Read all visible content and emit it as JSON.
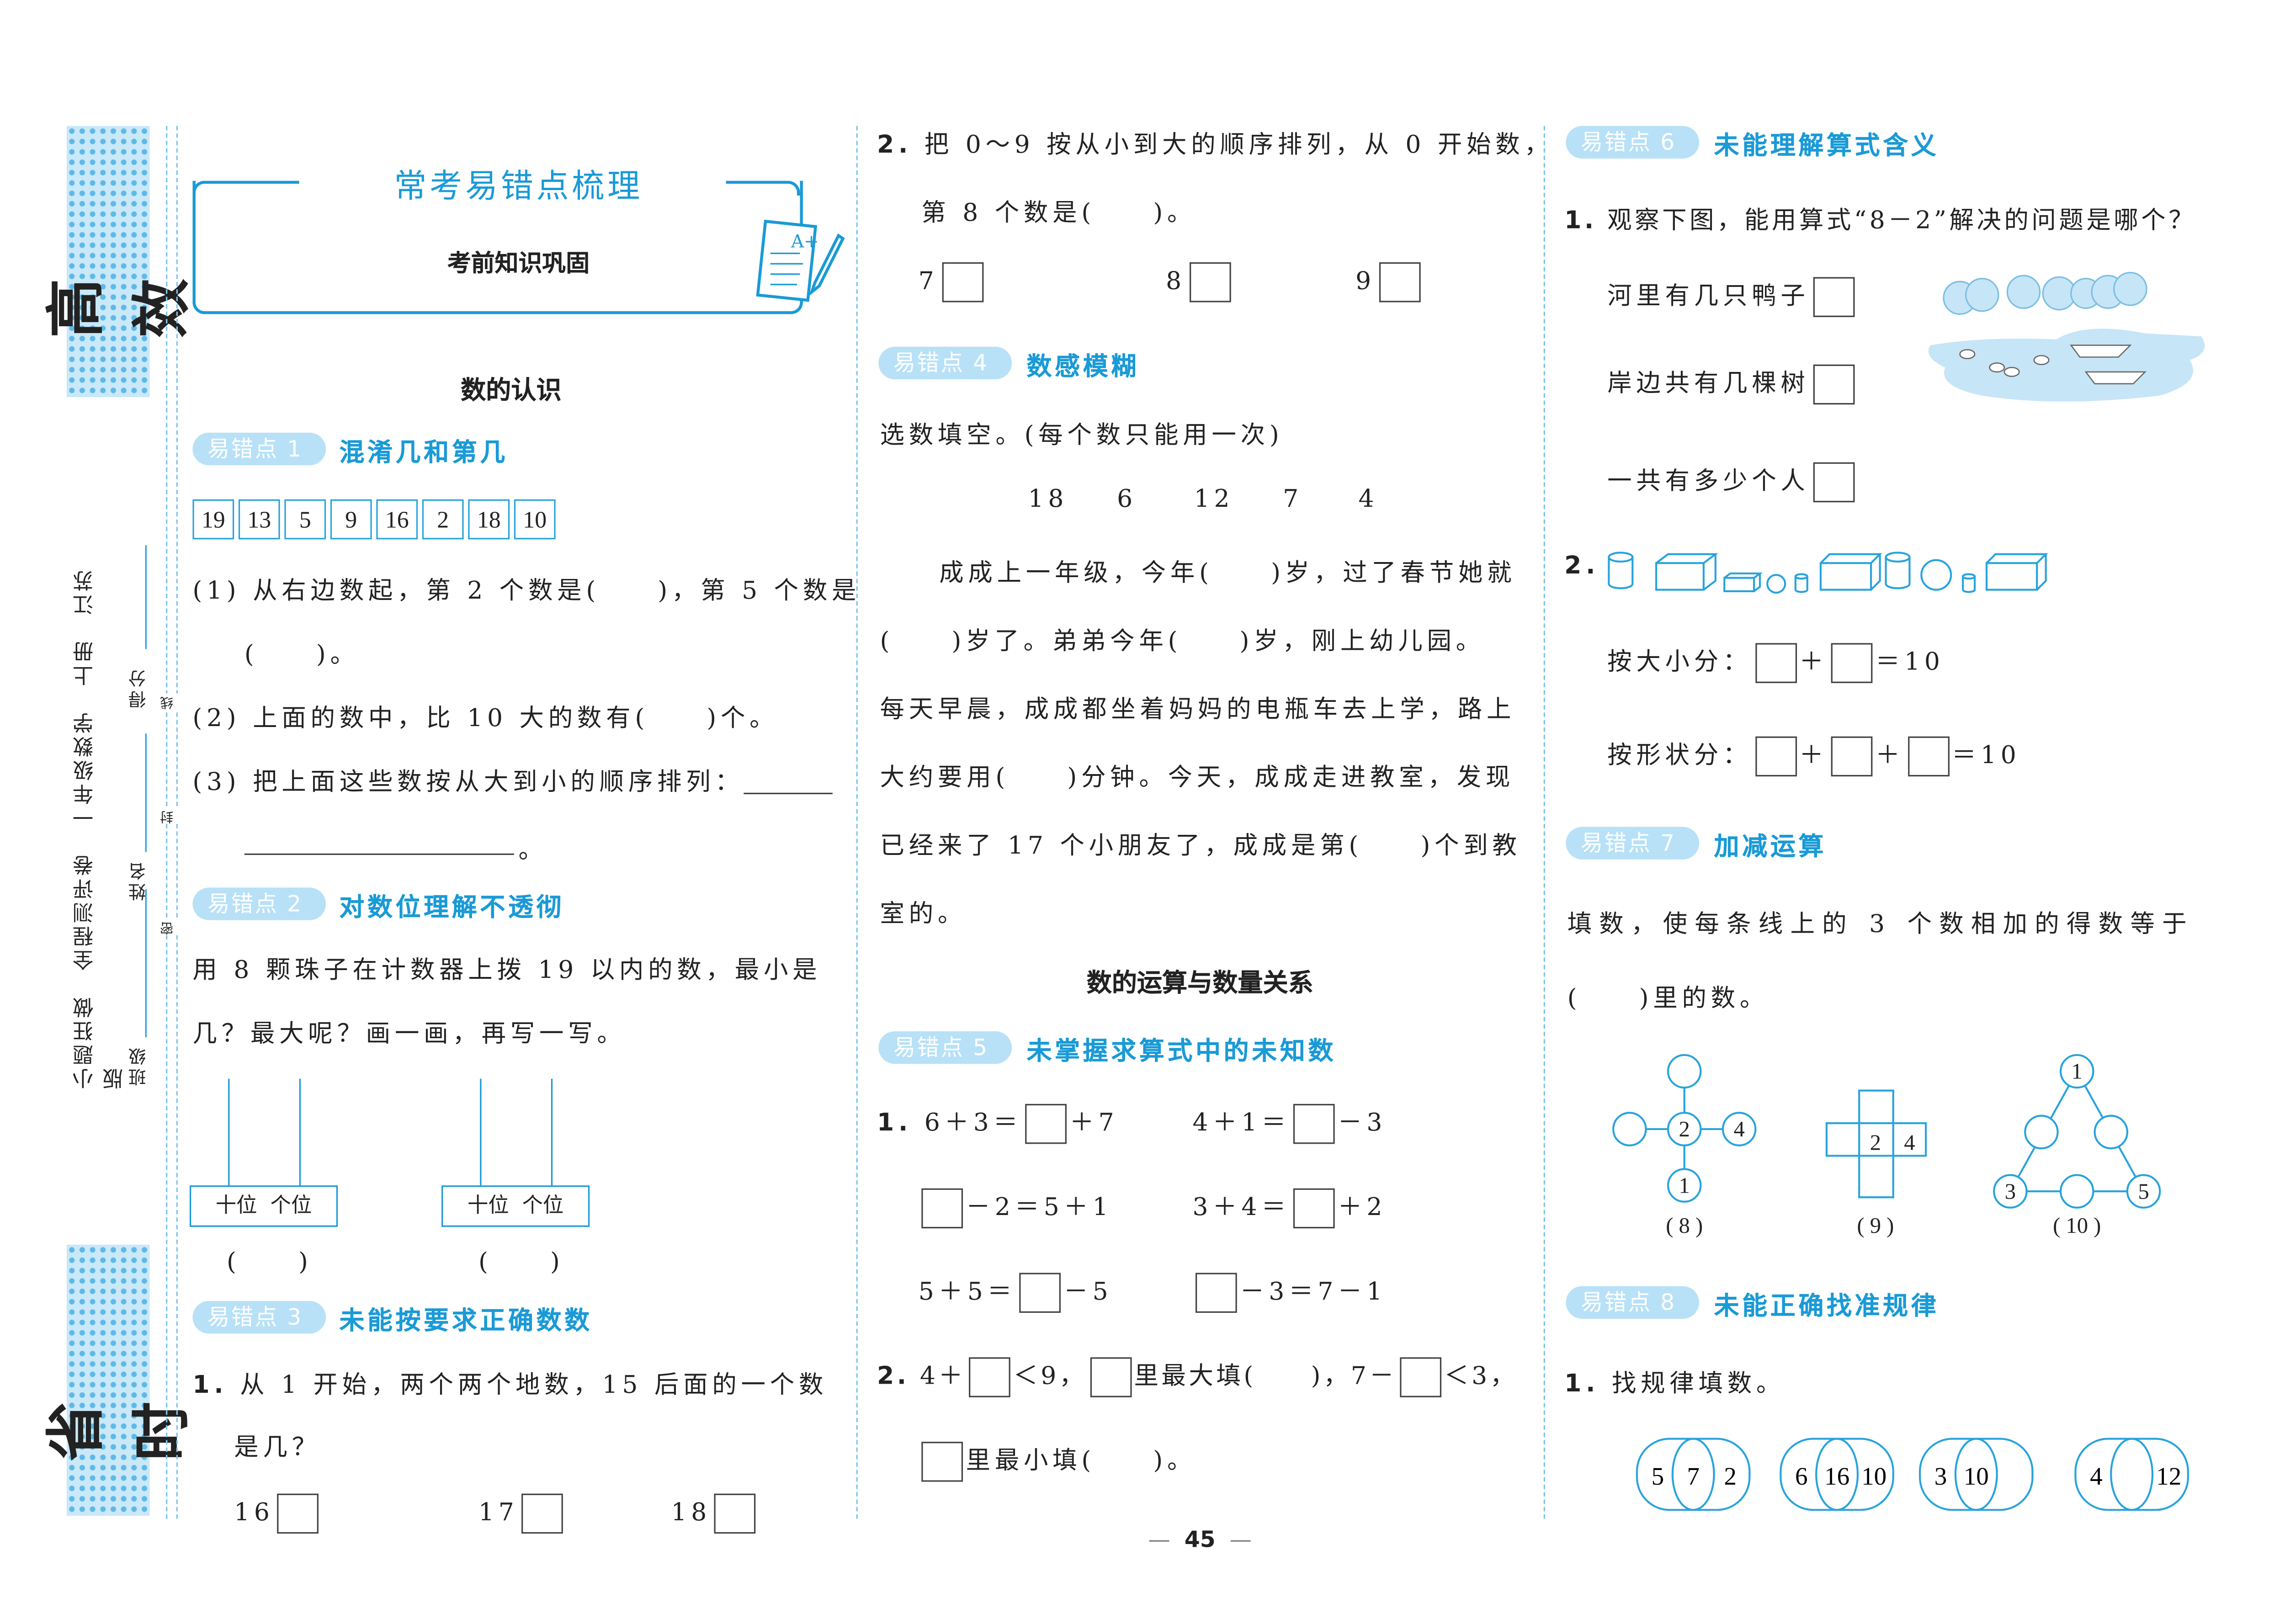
{
  "sidebar": {
    "top_label": "高效",
    "bottom_label": "省时",
    "series": "小题狂做　全程测评卷　一年级数学　上册　江苏版",
    "class_label": "班级",
    "name_label": "姓名",
    "score_label": "得分",
    "seal": [
      "密",
      "封",
      "线"
    ]
  },
  "header": {
    "title": "常考易错点梳理",
    "subtitle": "考前知识巩固",
    "section1": "数的认识",
    "section2": "数的运算与数量关系"
  },
  "badge_colors": {
    "badge_bg": "#b8e1f7",
    "accent": "#1a9ad6"
  },
  "p1": {
    "badge": "易错点 1",
    "title": "混淆几和第几",
    "numbers": [
      "19",
      "13",
      "5",
      "9",
      "16",
      "2",
      "18",
      "10"
    ],
    "q1a": "(1) 从右边数起，第 2 个数是(　　)，第 5 个数是",
    "q1b": "(　　)。",
    "q2": "(2) 上面的数中，比 10 大的数有(　　)个。",
    "q3": "(3) 把上面这些数按从大到小的顺序排列：",
    "q3end": "。"
  },
  "p2": {
    "badge": "易错点 2",
    "title": "对数位理解不透彻",
    "l1": "用 8 颗珠子在计数器上拨 19 以内的数，最小是",
    "l2": "几？最大呢？画一画，再写一写。",
    "tens": "十位",
    "ones": "个位",
    "blank": "(　　)"
  },
  "p3": {
    "badge": "易错点 3",
    "title": "未能按要求正确数数",
    "qnum": "1.",
    "l1": "从 1 开始，两个两个地数，15 后面的一个数",
    "l2": "是几？",
    "options": [
      "16",
      "17",
      "18"
    ],
    "q2num": "2.",
    "q2l1": "把 0～9 按从小到大的顺序排列，从 0 开始数，",
    "q2l2": "第 8 个数是(　　)。",
    "q2options": [
      "7",
      "8",
      "9"
    ]
  },
  "p4": {
    "badge": "易错点 4",
    "title": "数感模糊",
    "intro": "选数填空。(每个数只能用一次)",
    "numbers": [
      "18",
      "6",
      "12",
      "7",
      "4"
    ],
    "lines": [
      "成成上一年级，今年(　　)岁，过了春节她就",
      "(　　)岁了。弟弟今年(　　)岁，刚上幼儿园。",
      "每天早晨，成成都坐着妈妈的电瓶车去上学，路上",
      "大约要用(　　)分钟。今天，成成走进教室，发现",
      "已经来了 17 个小朋友了，成成是第(　　)个到教",
      "室的。"
    ]
  },
  "p5": {
    "badge": "易错点 5",
    "title": "未掌握求算式中的未知数",
    "q1num": "1.",
    "eq": [
      [
        "6＋3＝",
        "＋7"
      ],
      [
        "4＋1＝",
        "－3"
      ],
      [
        "",
        "－2＝5＋1"
      ],
      [
        "3＋4＝",
        "＋2"
      ],
      [
        "5＋5＝",
        "－5"
      ],
      [
        "",
        "－3＝7－1"
      ]
    ],
    "q2num": "2.",
    "q2a": "4＋",
    "q2b": "＜9，",
    "q2c": "里最大填(　　)，7－",
    "q2d": "＜3，",
    "q2e": "里最小填(　　)。"
  },
  "page_number": "45",
  "p6": {
    "badge": "易错点 6",
    "title": "未能理解算式含义",
    "q1num": "1.",
    "q1": "观察下图，能用算式“8－2”解决的问题是哪个？",
    "options": [
      "河里有几只鸭子",
      "岸边共有几棵树",
      "一共有多少个人"
    ],
    "q2num": "2.",
    "size_label": "按大小分：",
    "shape_label": "按形状分：",
    "eq_result": "＝10",
    "plus": "＋"
  },
  "p7": {
    "badge": "易错点 7",
    "title": "加减运算",
    "l1": "填数，使每条线上的 3 个数相加的得数等于",
    "l2": "(　　)里的数。",
    "fig8": {
      "center": "2",
      "right": "4",
      "bottom": "1",
      "label": "( 8 )"
    },
    "fig9": {
      "a": "2",
      "b": "4",
      "label": "( 9 )"
    },
    "fig10": {
      "top": "1",
      "left": "3",
      "right": "5",
      "label": "( 10 )"
    }
  },
  "p8": {
    "badge": "易错点 8",
    "title": "未能正确找准规律",
    "q1num": "1.",
    "q1": "找规律填数。",
    "groups": [
      [
        "5",
        "7",
        "2"
      ],
      [
        "6",
        "16",
        "10"
      ],
      [
        "3",
        "10",
        ""
      ],
      [
        "4",
        "",
        "12"
      ]
    ]
  }
}
